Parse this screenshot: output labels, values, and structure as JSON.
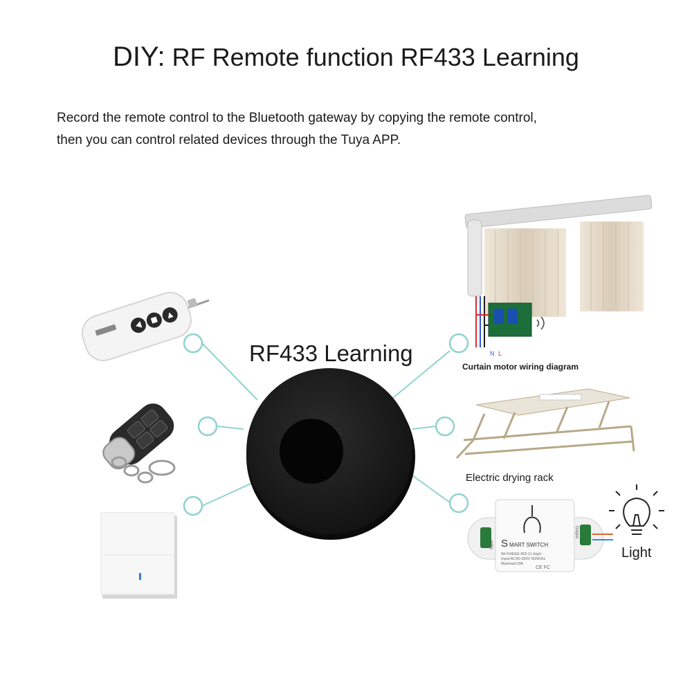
{
  "header": {
    "title_prefix": "DIY:",
    "title_main": "RF Remote function RF433 Learning",
    "description_line1": "Record the remote control to the Bluetooth gateway by copying the remote control,",
    "description_line2": "then you can control related devices through the Tuya APP."
  },
  "hub": {
    "label": "RF433 Learning"
  },
  "devices": {
    "curtain_caption": "Curtain motor wiring diagram",
    "rack_caption": "Electric drying rack",
    "light_caption": "Light",
    "switch_brand_s": "S",
    "switch_brand_rest": "MART SWITCH",
    "switch_spec1": "Wi-Fi/IEEE 802.11 b/g/n",
    "switch_spec2": "Input:AC90-250V 50/60Hz",
    "switch_spec3": "Maxload:10A",
    "switch_marks": "CE FC",
    "switch_side_in": "Input",
    "switch_side_out": "Output",
    "wiring_l": "L",
    "wiring_n": "N"
  },
  "colors": {
    "connector": "#8fd3cf",
    "hub_body": "#1b1b1b",
    "hub_center": "#050505",
    "text": "#1a1a1a"
  }
}
